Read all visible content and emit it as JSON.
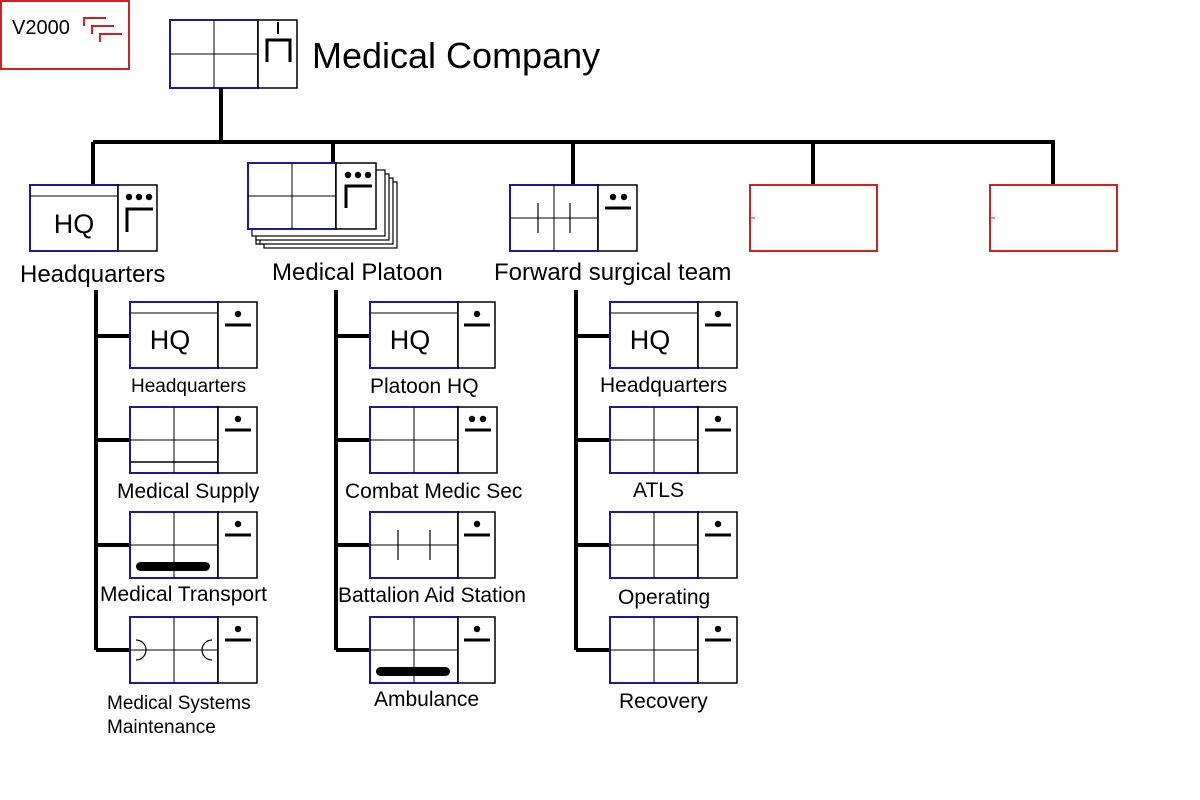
{
  "version_tag": {
    "label": "V2000",
    "color": "#cc2222"
  },
  "colors": {
    "frame": "#1a1aa0",
    "line": "#000000",
    "placeholder": "#cc2222",
    "background": "#ffffff"
  },
  "root": {
    "title": "Medical Company",
    "size_mark": "I"
  },
  "units": [
    {
      "label": "Headquarters",
      "symbol": "headquarters",
      "modifier": "HQ",
      "size_mark": "•••",
      "children": [
        {
          "label": "Headquarters",
          "modifier": "HQ",
          "symbol": "headquarters",
          "size_mark": "•"
        },
        {
          "label": "Medical Supply",
          "symbol": "medical-supply",
          "size_mark": "•"
        },
        {
          "label": "Medical Transport",
          "symbol": "medical-transport",
          "size_mark": "•"
        },
        {
          "label": "Medical Systems",
          "label2": "Maintenance",
          "symbol": "medical-maintenance",
          "size_mark": "•"
        }
      ]
    },
    {
      "label": "Medical Platoon",
      "symbol": "medical-platoon-stacked",
      "size_mark": "•••",
      "children": [
        {
          "label": "Platoon HQ",
          "modifier": "HQ",
          "symbol": "headquarters",
          "size_mark": "•"
        },
        {
          "label": "Combat Medic Sec",
          "symbol": "medical",
          "size_mark": "••"
        },
        {
          "label": "Battalion Aid Station",
          "symbol": "aid-station",
          "size_mark": "•"
        },
        {
          "label": "Ambulance",
          "symbol": "ambulance",
          "size_mark": "•"
        }
      ]
    },
    {
      "label": "Forward surgical team",
      "symbol": "surgical",
      "size_mark": "••",
      "children": [
        {
          "label": "Headquarters",
          "modifier": "HQ",
          "symbol": "headquarters",
          "size_mark": "•"
        },
        {
          "label": "ATLS",
          "symbol": "medical",
          "size_mark": "•"
        },
        {
          "label": "Operating",
          "symbol": "medical",
          "size_mark": "•"
        },
        {
          "label": "Recovery",
          "symbol": "medical",
          "size_mark": "•"
        }
      ]
    },
    {
      "label": "",
      "symbol": "placeholder"
    },
    {
      "label": "",
      "symbol": "placeholder"
    }
  ]
}
